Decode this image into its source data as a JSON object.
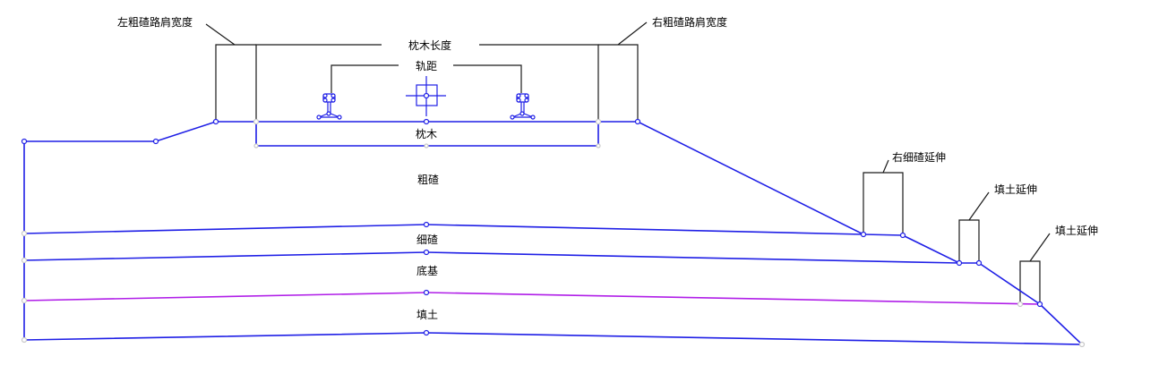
{
  "diagram": {
    "type": "railway-subgrade-cross-section",
    "dimension_labels": {
      "left_ballast_shoulder_width": "左粗碴路肩宽度",
      "right_ballast_shoulder_width": "右粗碴路肩宽度",
      "sleeper_length": "枕木长度",
      "track_gauge": "轨距",
      "right_fine_ballast_extension": "右细碴延伸",
      "fill_extension_1": "填土延伸",
      "fill_extension_2": "填土延伸"
    },
    "layer_labels": {
      "sleeper": "枕木",
      "coarse_ballast": "粗碴",
      "fine_ballast": "细碴",
      "subgrade_base": "底基",
      "fill_soil": "填土"
    },
    "colors": {
      "edge": "#1f1fe6",
      "base_edge": "#b01ee8",
      "dimension": "#1a1a1a",
      "inactive_node": "#c8c8c8"
    }
  }
}
